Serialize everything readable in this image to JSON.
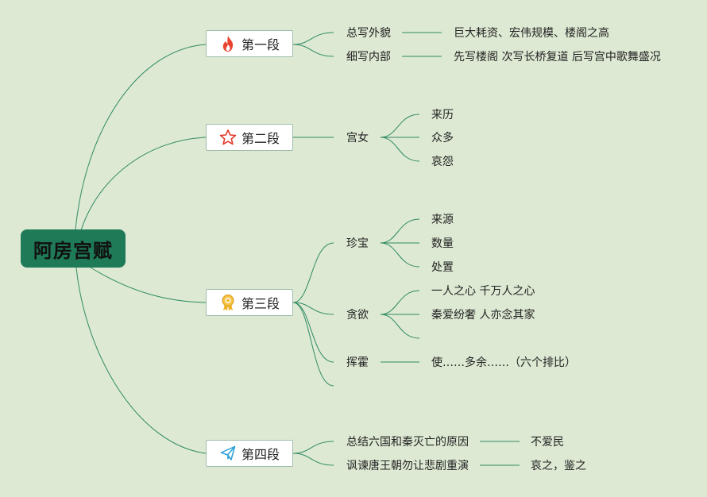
{
  "root": {
    "label": "阿房宫赋"
  },
  "colors": {
    "background": "#dde9d3",
    "line": "#2f8a63",
    "root_fill": "#1e7a57",
    "node_border": "#9dbda9"
  },
  "branches": [
    {
      "label": "第一段",
      "icon": "fire-icon",
      "topics": [
        {
          "label": "总写外貌",
          "details": [
            "巨大耗资、宏伟规模、楼阁之高"
          ]
        },
        {
          "label": "细写内部",
          "details": [
            "先写楼阁 次写长桥复道 后写宫中歌舞盛况"
          ]
        }
      ]
    },
    {
      "label": "第二段",
      "icon": "star-icon",
      "topics": [
        {
          "label": "宫女",
          "details": [
            "来历",
            "众多",
            "哀怨"
          ]
        }
      ]
    },
    {
      "label": "第三段",
      "icon": "medal-icon",
      "topics": [
        {
          "label": "珍宝",
          "details": [
            "来源",
            "数量",
            "处置"
          ]
        },
        {
          "label": "贪欲",
          "details": [
            "一人之心 千万人之心",
            "秦爱纷奢 人亦念其家",
            ""
          ]
        },
        {
          "label": "挥霍",
          "details": [
            "使……多余……（六个排比）"
          ]
        },
        {
          "label": "",
          "details": []
        }
      ]
    },
    {
      "label": "第四段",
      "icon": "paper-plane-icon",
      "topics": [
        {
          "label": "总结六国和秦灭亡的原因",
          "details": [
            "不爱民"
          ]
        },
        {
          "label": "讽谏唐王朝勿让悲剧重演",
          "details": [
            "哀之，鉴之"
          ]
        }
      ]
    }
  ]
}
